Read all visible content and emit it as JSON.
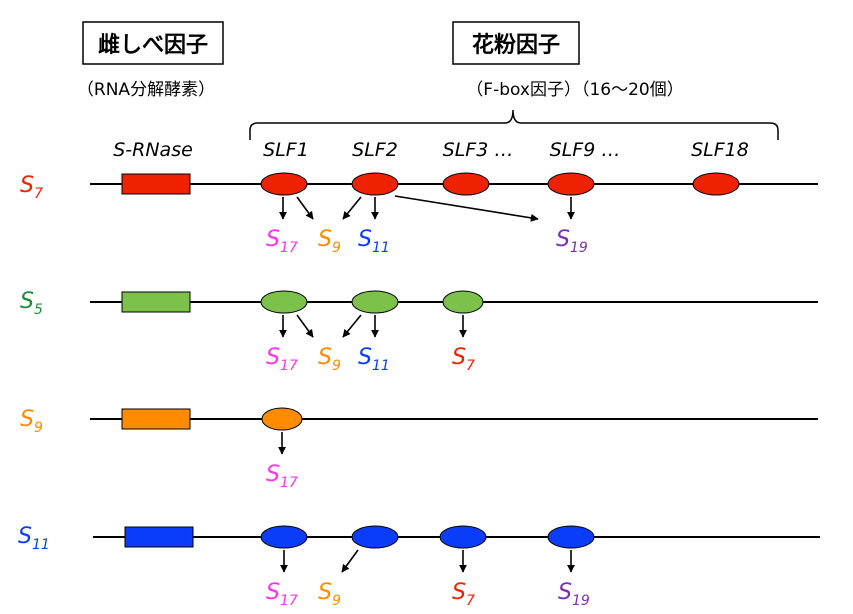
{
  "headers": {
    "pistil": {
      "title": "雌しべ因子",
      "subtitle": "（RNA分解酵素）"
    },
    "pollen": {
      "title": "花粉因子",
      "subtitle": "（F-box因子）（16〜20個）"
    }
  },
  "gene_labels": {
    "srnase": "S-RNase",
    "slf1": "SLF1",
    "slf2": "SLF2",
    "slf3": "SLF3 …",
    "slf9": "SLF9 …",
    "slf18": "SLF18"
  },
  "colors": {
    "red": "#ee2200",
    "green": "#7cc24a",
    "orange": "#ff8c00",
    "blue": "#0a3dfa",
    "magenta": "#ff33ee",
    "purple": "#7a2fb0",
    "dark_green": "#1f8a3a"
  },
  "rows": [
    {
      "haplotype": {
        "base": "S",
        "sub": "7",
        "color": "#ee2200"
      },
      "targets": [
        {
          "base": "S",
          "sub": "17",
          "color": "#ff33ee"
        },
        {
          "base": "S",
          "sub": "9",
          "color": "#ff8c00"
        },
        {
          "base": "S",
          "sub": "11",
          "color": "#0a3dfa"
        },
        {
          "base": "S",
          "sub": "19",
          "color": "#7a2fb0"
        }
      ]
    },
    {
      "haplotype": {
        "base": "S",
        "sub": "5",
        "color": "#1f8a3a"
      },
      "targets": [
        {
          "base": "S",
          "sub": "17",
          "color": "#ff33ee"
        },
        {
          "base": "S",
          "sub": "9",
          "color": "#ff8c00"
        },
        {
          "base": "S",
          "sub": "11",
          "color": "#0a3dfa"
        },
        {
          "base": "S",
          "sub": "7",
          "color": "#ee2200"
        }
      ]
    },
    {
      "haplotype": {
        "base": "S",
        "sub": "9",
        "color": "#ff8c00"
      },
      "targets": [
        {
          "base": "S",
          "sub": "17",
          "color": "#ff33ee"
        }
      ]
    },
    {
      "haplotype": {
        "base": "S",
        "sub": "11",
        "color": "#0a3dfa"
      },
      "targets": [
        {
          "base": "S",
          "sub": "17",
          "color": "#ff33ee"
        },
        {
          "base": "S",
          "sub": "9",
          "color": "#ff8c00"
        },
        {
          "base": "S",
          "sub": "7",
          "color": "#ee2200"
        },
        {
          "base": "S",
          "sub": "19",
          "color": "#7a2fb0"
        }
      ]
    }
  ]
}
